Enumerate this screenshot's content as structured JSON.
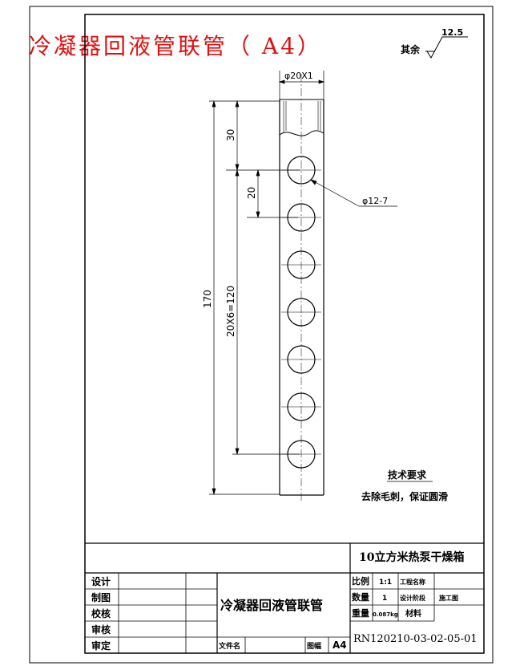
{
  "header": {
    "red_title": "冷凝器回液管联管（ A4）",
    "roughness_prefix": "其余",
    "roughness_value": "12.5"
  },
  "drawing": {
    "dim_top_width": "φ20X1",
    "dim_30": "30",
    "dim_20": "20",
    "dim_170": "170",
    "dim_pitch": "20X6=120",
    "hole_callout": "φ12-7",
    "hole_count": 7
  },
  "notes": {
    "heading": "技术要求",
    "text": "去除毛刺，保证圆滑"
  },
  "title_block": {
    "project": "10立方米热泵干燥箱",
    "part_name": "冷凝器回液管联管",
    "roles": [
      "设计",
      "制图",
      "校核",
      "审核",
      "审定"
    ],
    "scale_label": "比例",
    "scale_value": "1:1",
    "proj_name_label": "工程名称",
    "qty_label": "数量",
    "qty_value": "1",
    "stage_label": "设计阶段",
    "stage_value": "施工图",
    "weight_label": "重量",
    "weight_value": "0.087kg",
    "material_label": "材料",
    "file_label": "文件名",
    "sheet_size_label": "图幅",
    "sheet_size_value": "A4",
    "drawing_no": "RN120210-03-02-05-01"
  }
}
